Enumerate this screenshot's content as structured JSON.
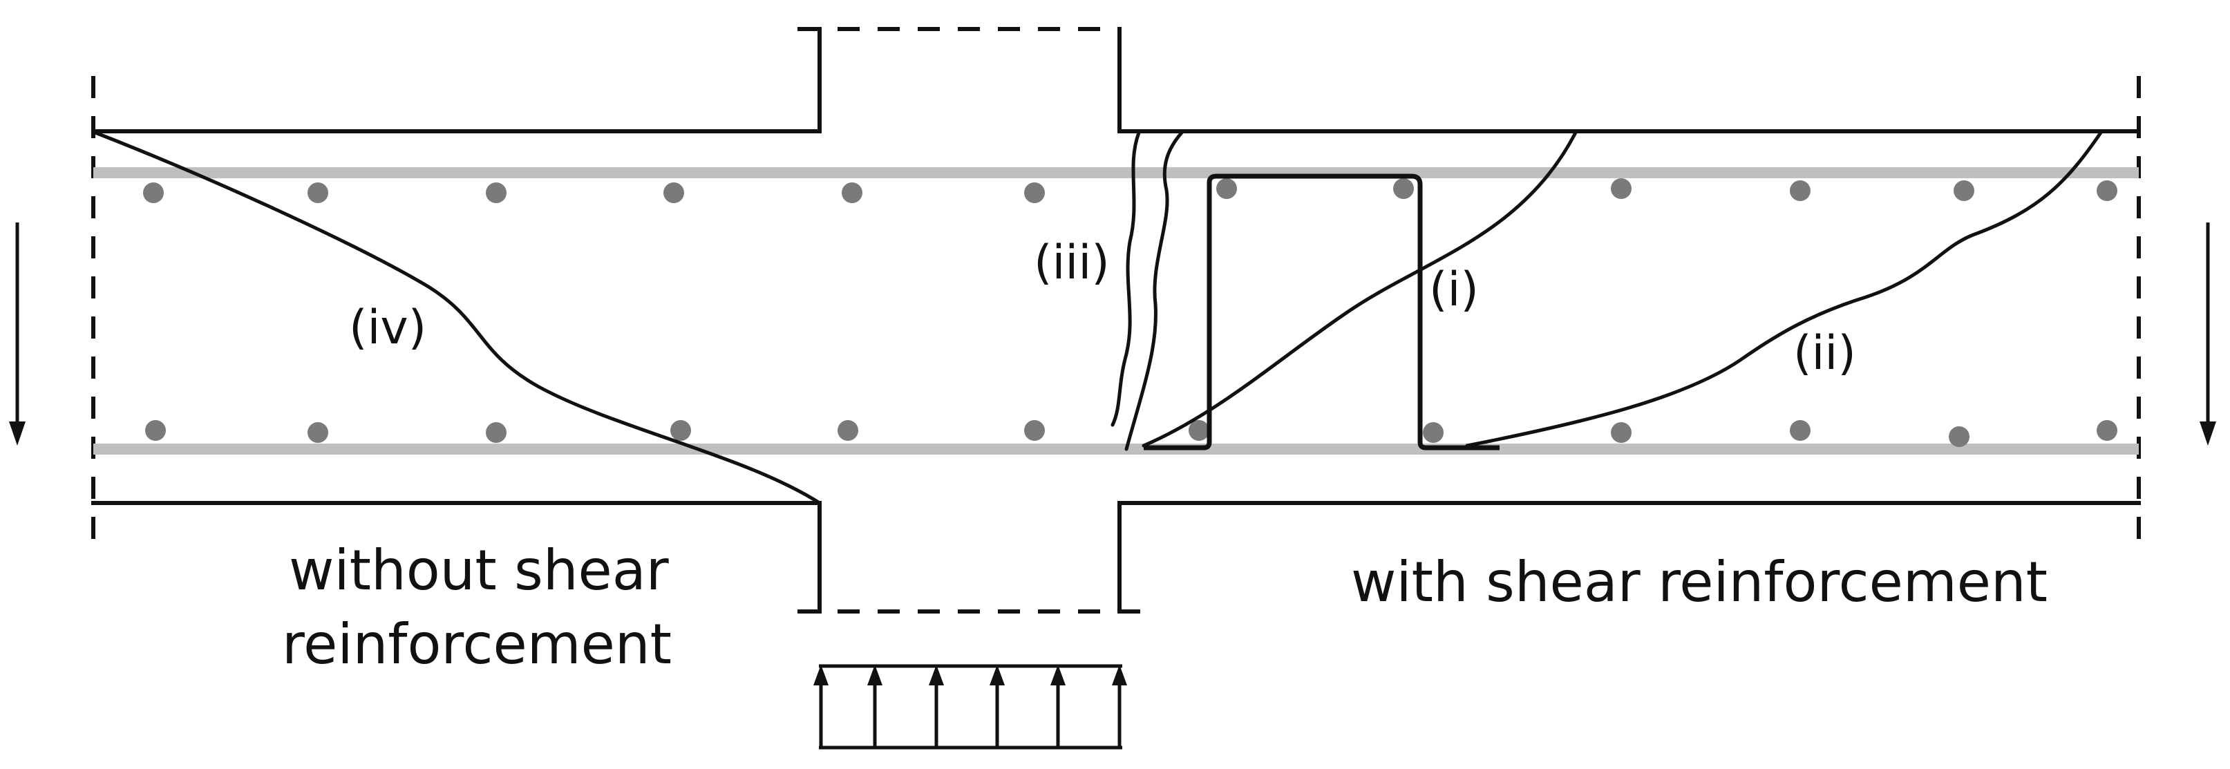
{
  "colors": {
    "ink": "#111111",
    "rebar": "#bfbfbf",
    "bar_dots": "#7a7a7a",
    "background": "#ffffff"
  },
  "crack_labels": {
    "i": "(i)",
    "ii": "(ii)",
    "iii": "(iii)",
    "iv": "(iv)"
  },
  "captions": {
    "left_line1": "without shear",
    "left_line2": "reinforcement",
    "right": "with shear reinforcement"
  },
  "applied_load": {
    "arrow_count": 6,
    "direction": "up"
  },
  "end_shear_arrows": {
    "count": 2,
    "direction": "down"
  }
}
